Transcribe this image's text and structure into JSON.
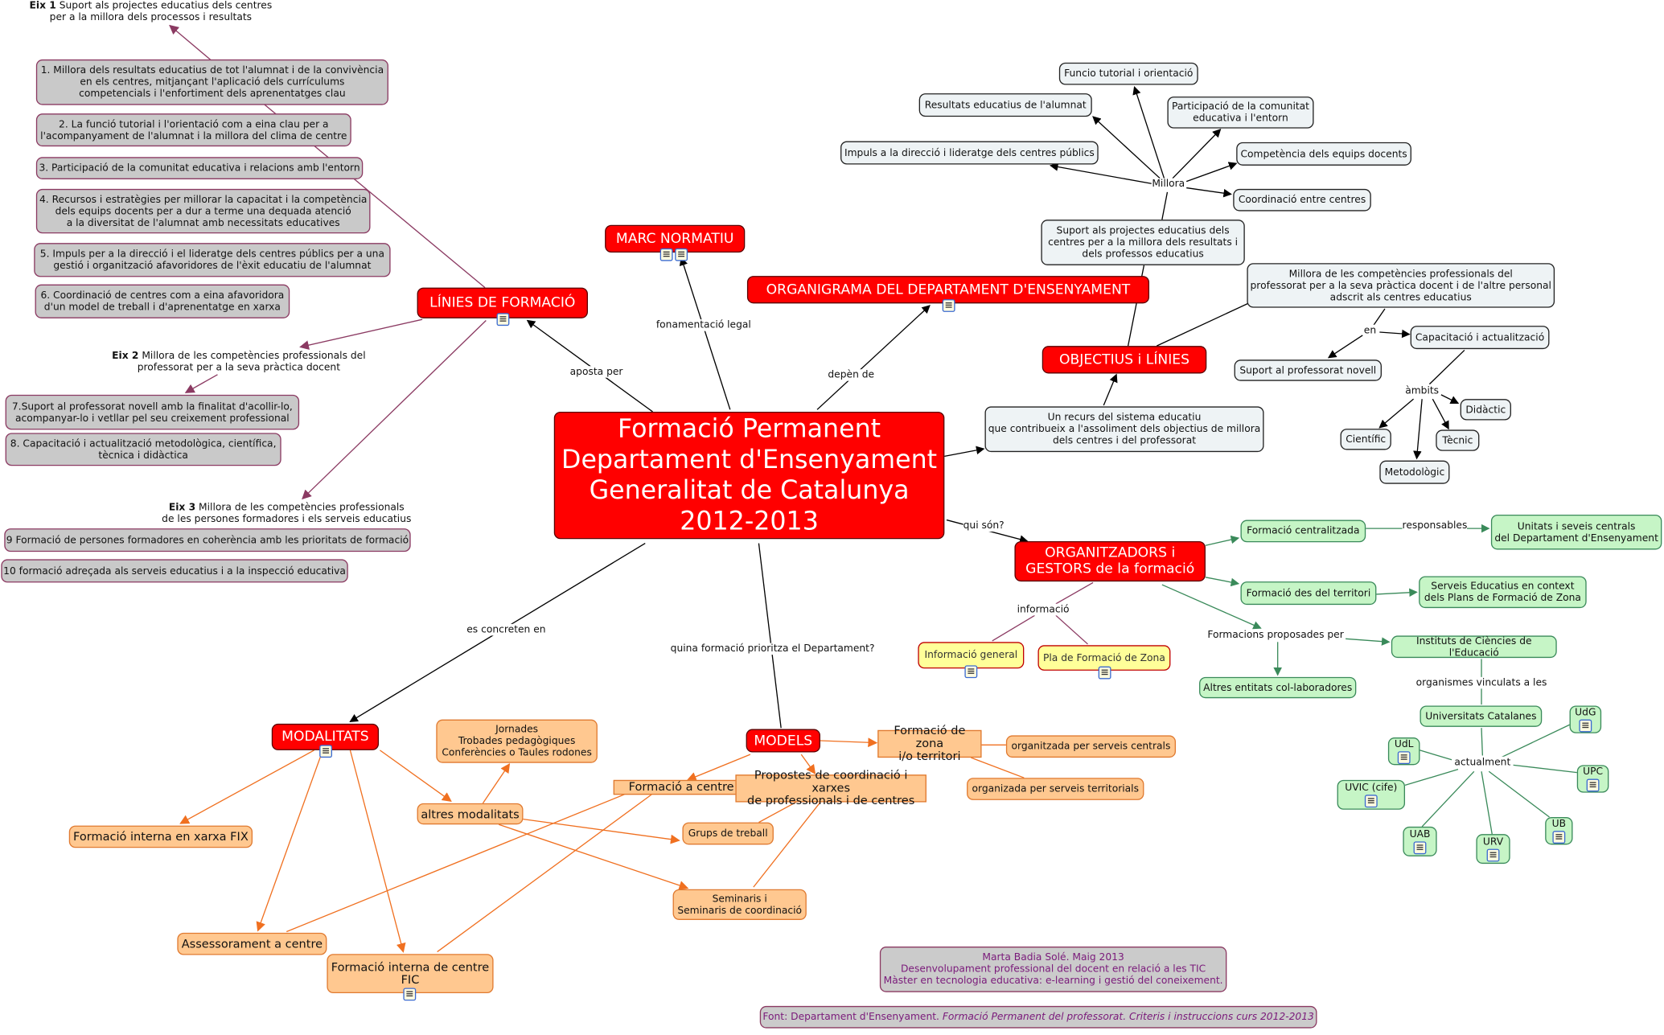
{
  "colors": {
    "red": "#ff0000",
    "gray": "#c9c9c9",
    "blue": "#eef3f5",
    "green": "#c6f5c6",
    "yellow": "#ffff99",
    "orange": "#ffc890",
    "purple": "#8b3a62"
  },
  "icons": {
    "resource": "document-image-icon"
  },
  "main": {
    "title": "Formació Permanent\nDepartament d'Ensenyament\nGeneralitat de Catalunya\n2012-2013"
  },
  "links": {
    "aposta": "aposta per",
    "fonamentacio": "fonamentació legal",
    "depen": "depèn de",
    "qui": "qui són?",
    "concreten": "es concreten en",
    "quina": "quina formació prioritza el Departament?",
    "millora": "Millora",
    "en": "en",
    "ambits": "àmbits",
    "responsables": "responsables",
    "informacio": "informació",
    "formacions": "Formacions proposades per",
    "organismes": "organismes vinculats a les",
    "actualment": "actualment"
  },
  "red": {
    "marc": "MARC NORMATIU",
    "linies": "LÍNIES DE FORMACIÓ",
    "organigrama": "ORGANIGRAMA DEL DEPARTAMENT D'ENSENYAMENT",
    "objectius": "OBJECTIUS i LÍNIES",
    "organitzadors": "ORGANITZADORS i\nGESTORS de la formació",
    "modalitats": "MODALITATS",
    "models": "MODELS"
  },
  "eixos": [
    {
      "num": "Eix 1",
      "text": " Suport als projectes educatius dels centres\nper a la millora dels processos i resultats"
    },
    {
      "num": "Eix 2",
      "text": " Millora de les competències professionals del\nprofessorat  per a la  seva pràctica docent"
    },
    {
      "num": "Eix 3",
      "text": " Millora de les competències professionals\nde les persones formadores i els serveis educatius"
    }
  ],
  "linies_items": [
    "1. Millora dels resultats educatius de tot l'alumnat i de la convivència\nen els centres,  mitjançant l'aplicació dels currículums\ncompetencials i l'enfortiment dels aprenentatges clau",
    "2. La funció tutorial i l'orientació com a eina clau per a\nl'acompanyament de l'alumnat i la millora del clima de centre",
    "3. Participació de la comunitat educativa i relacions amb l'entorn",
    "4. Recursos i estratègies per millorar la capacitat i la competència\ndels equips docents per a dur a terme una dequada atenció\na la diversitat de l'alumnat amb necessitats educatives",
    "5. Impuls per a la direcció i el lideratge dels centres públics per a una\ngestió i  organització afavoridores de l'èxit educatiu de l'alumnat",
    "6. Coordinació de centres com a eina afavoridora\nd'un model de treball i d'aprenentatge en xarxa",
    "7.Suport al professorat novell amb la finalitat d'acollir-lo,\nacompanyar-lo i vetllar pel seu creixement professional",
    "8. Capacitació i actualització metodològica, científica,\ntècnica i didàctica",
    "9 Formació de persones formadores en coherència amb les prioritats de formació",
    "10 formació adreçada als serveis educatius i a la inspecció educativa"
  ],
  "objectius": {
    "funcio": "Funcio tutorial i orientació",
    "resultats": "Resultats educatius de l'alumnat",
    "participacio": "Participació de la comunitat\neducativa i l'entorn",
    "impuls": "Impuls a la direcció i lideratge dels centres públics",
    "competencia": "Competència dels equips docents",
    "coordinacio": "Coordinació entre centres",
    "suport": "Suport als projectes educatius dels\ncentres per a la millora dels resultats i\ndels professos educatius",
    "millora_comp": "Millora de les competències professionals del\nprofessorat per a la seva pràctica docent i de l'altre personal\nadscrit als centres educatius",
    "capacitacio": "Capacitació i actualització",
    "novell": "Suport al professorat novell",
    "didactic": "Didàctic",
    "cientific": "Científic",
    "tecnic": "Tècnic",
    "metodologic": "Metodològic",
    "recurs": "Un recurs del sistema educatiu\nque contribueix a l'assoliment dels objectius de millora\ndels centres i del professorat"
  },
  "organitzadors": {
    "centralitzada": "Formació centralitzada",
    "unitats": "Unitats i seveis centrals\ndel Departament d'Ensenyament",
    "territori": "Formació des del territori",
    "serveis": "Serveis Educatius en context\ndels Plans de Formació de Zona",
    "instituts": "Instituts de Ciències de l'Educació",
    "altres": "Altres entitats col-laboradores",
    "universitats": "Universitats Catalanes",
    "info_general": "Informació general",
    "pla_zona": "Pla de Formació de Zona",
    "unis": {
      "udg": "UdG",
      "udl": "UdL",
      "upc": "UPC",
      "uvic": "UVIC (cife)",
      "ub": "UB",
      "uab": "UAB",
      "urv": "URV"
    }
  },
  "modalitats": {
    "jornades": "Jornades\nTrobades pedagògiques\nConferències o Taules rodones",
    "altres": "altres modalitats",
    "fix": "Formació interna en xarxa FIX",
    "assessorament": "Assessorament a centre",
    "fic": "Formació interna de centre\nFIC"
  },
  "models": {
    "centre": "Formació a centre",
    "propostes": "Propostes de coordinació i xarxes\nde professionals i de centres",
    "zona": "Formació de zona\ni/o territori",
    "centrals": "organitzada per serveis centrals",
    "territorials": "organizada per serveis territorials",
    "grups": "Grups de treball",
    "seminaris": "Seminaris i\nSeminaris de coordinació"
  },
  "footer": {
    "author": "Marta Badia Solé. Maig 2013\nDesenvolupament professional del docent en relació a les TIC\nMàster en tecnologia educativa: e-learning i gestió del coneixement.",
    "source_prefix": "Font: Departament d'Ensenyament. ",
    "source_title": "Formació Permanent del professorat. Criteris i instruccions curs 2012-2013"
  }
}
